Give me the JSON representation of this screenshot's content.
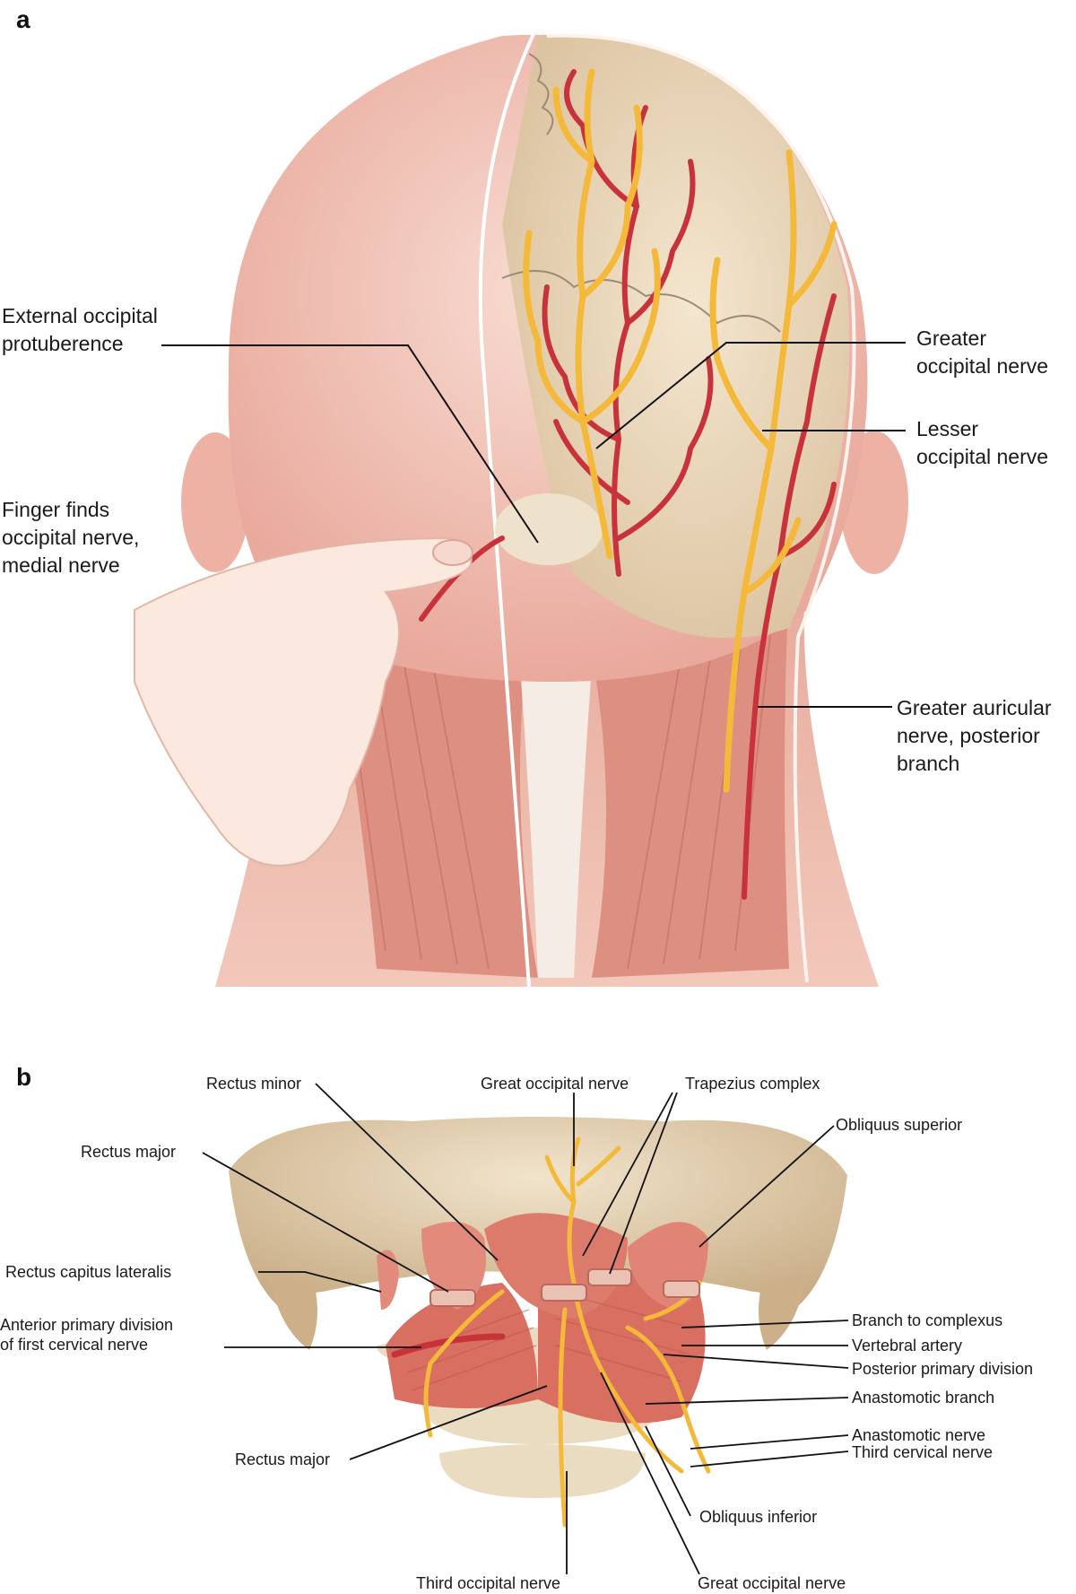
{
  "panel_a": {
    "letter": "a",
    "labels": {
      "ext_occ": [
        "External occipital",
        "protuberence"
      ],
      "finger": [
        "Finger finds",
        "occipital nerve,",
        "medial nerve"
      ],
      "greater_occ": [
        "Greater",
        "occipital nerve"
      ],
      "lesser_occ": [
        "Lesser",
        "occipital nerve"
      ],
      "greater_aur": [
        "Greater auricular",
        "nerve, posterior",
        "branch"
      ]
    }
  },
  "panel_b": {
    "letter": "b",
    "labels": {
      "rectus_minor": "Rectus minor",
      "great_occ_top": "Great occipital nerve",
      "trapezius": "Trapezius complex",
      "obliquus_sup": "Obliquus superior",
      "rectus_major_top": "Rectus major",
      "rectus_cap_lat": "Rectus capitus lateralis",
      "ant_primary": [
        "Anterior primary division",
        "of first cervical nerve"
      ],
      "branch_complexus": "Branch to complexus",
      "vertebral_artery": "Vertebral artery",
      "post_primary": "Posterior primary division",
      "anastomotic_branch": "Anastomotic branch",
      "anastomotic_nerve": "Anastomotic nerve",
      "third_cervical": "Third cervical nerve",
      "rectus_major_bottom": "Rectus major",
      "obliquus_inf": "Obliquus inferior",
      "third_occ": "Third occipital nerve",
      "great_occ_bottom": "Great occipital nerve"
    }
  },
  "colors": {
    "skin": "#f3c9bd",
    "bone": "#eadcc0",
    "muscle": "#d9786a",
    "artery": "#c8323a",
    "nerve": "#f5b93a"
  }
}
